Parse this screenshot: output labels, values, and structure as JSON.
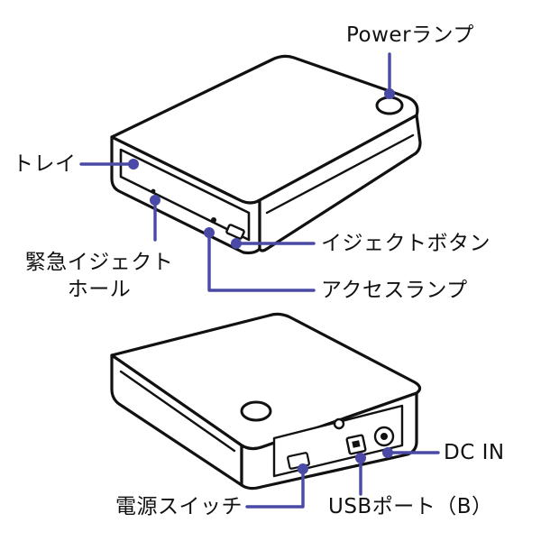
{
  "labels": {
    "power_lamp": "Powerランプ",
    "tray": "トレイ",
    "emergency_eject_line1": "緊急イジェクト",
    "emergency_eject_line2": "ホール",
    "eject_button": "イジェクトボタン",
    "access_lamp": "アクセスランプ",
    "dc_in": "DC IN",
    "power_switch": "電源スイッチ",
    "usb_port": "USBポート（B）"
  },
  "colors": {
    "callout": "#4a4aa6",
    "outline": "#111111",
    "device_fill": "#ffffff"
  }
}
